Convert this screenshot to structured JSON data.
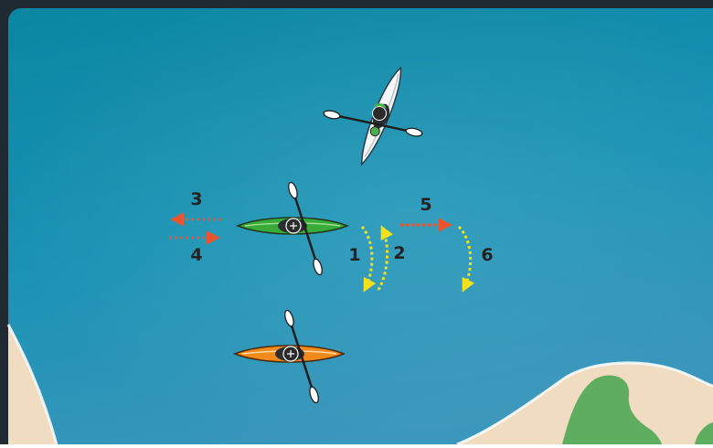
{
  "colors": {
    "water_top": "#0b8fa8",
    "water_bottom": "#2f8fb4",
    "sand": "#f0dcc0",
    "grass": "#5fae5f",
    "arrow_red": "#e8552f",
    "arrow_yellow": "#f2e11b",
    "kayak_white": "#f4f6f7",
    "kayak_green": "#3aaa3a",
    "kayak_orange": "#f08a1c"
  },
  "icons": [
    "kayak-white-icon",
    "kayak-green-icon",
    "kayak-orange-icon",
    "paddler-icon",
    "paddle-icon",
    "arrow-icon"
  ],
  "labels": {
    "l1": "1",
    "l2": "2",
    "l3": "3",
    "l4": "4",
    "l5": "5",
    "l6": "6"
  }
}
